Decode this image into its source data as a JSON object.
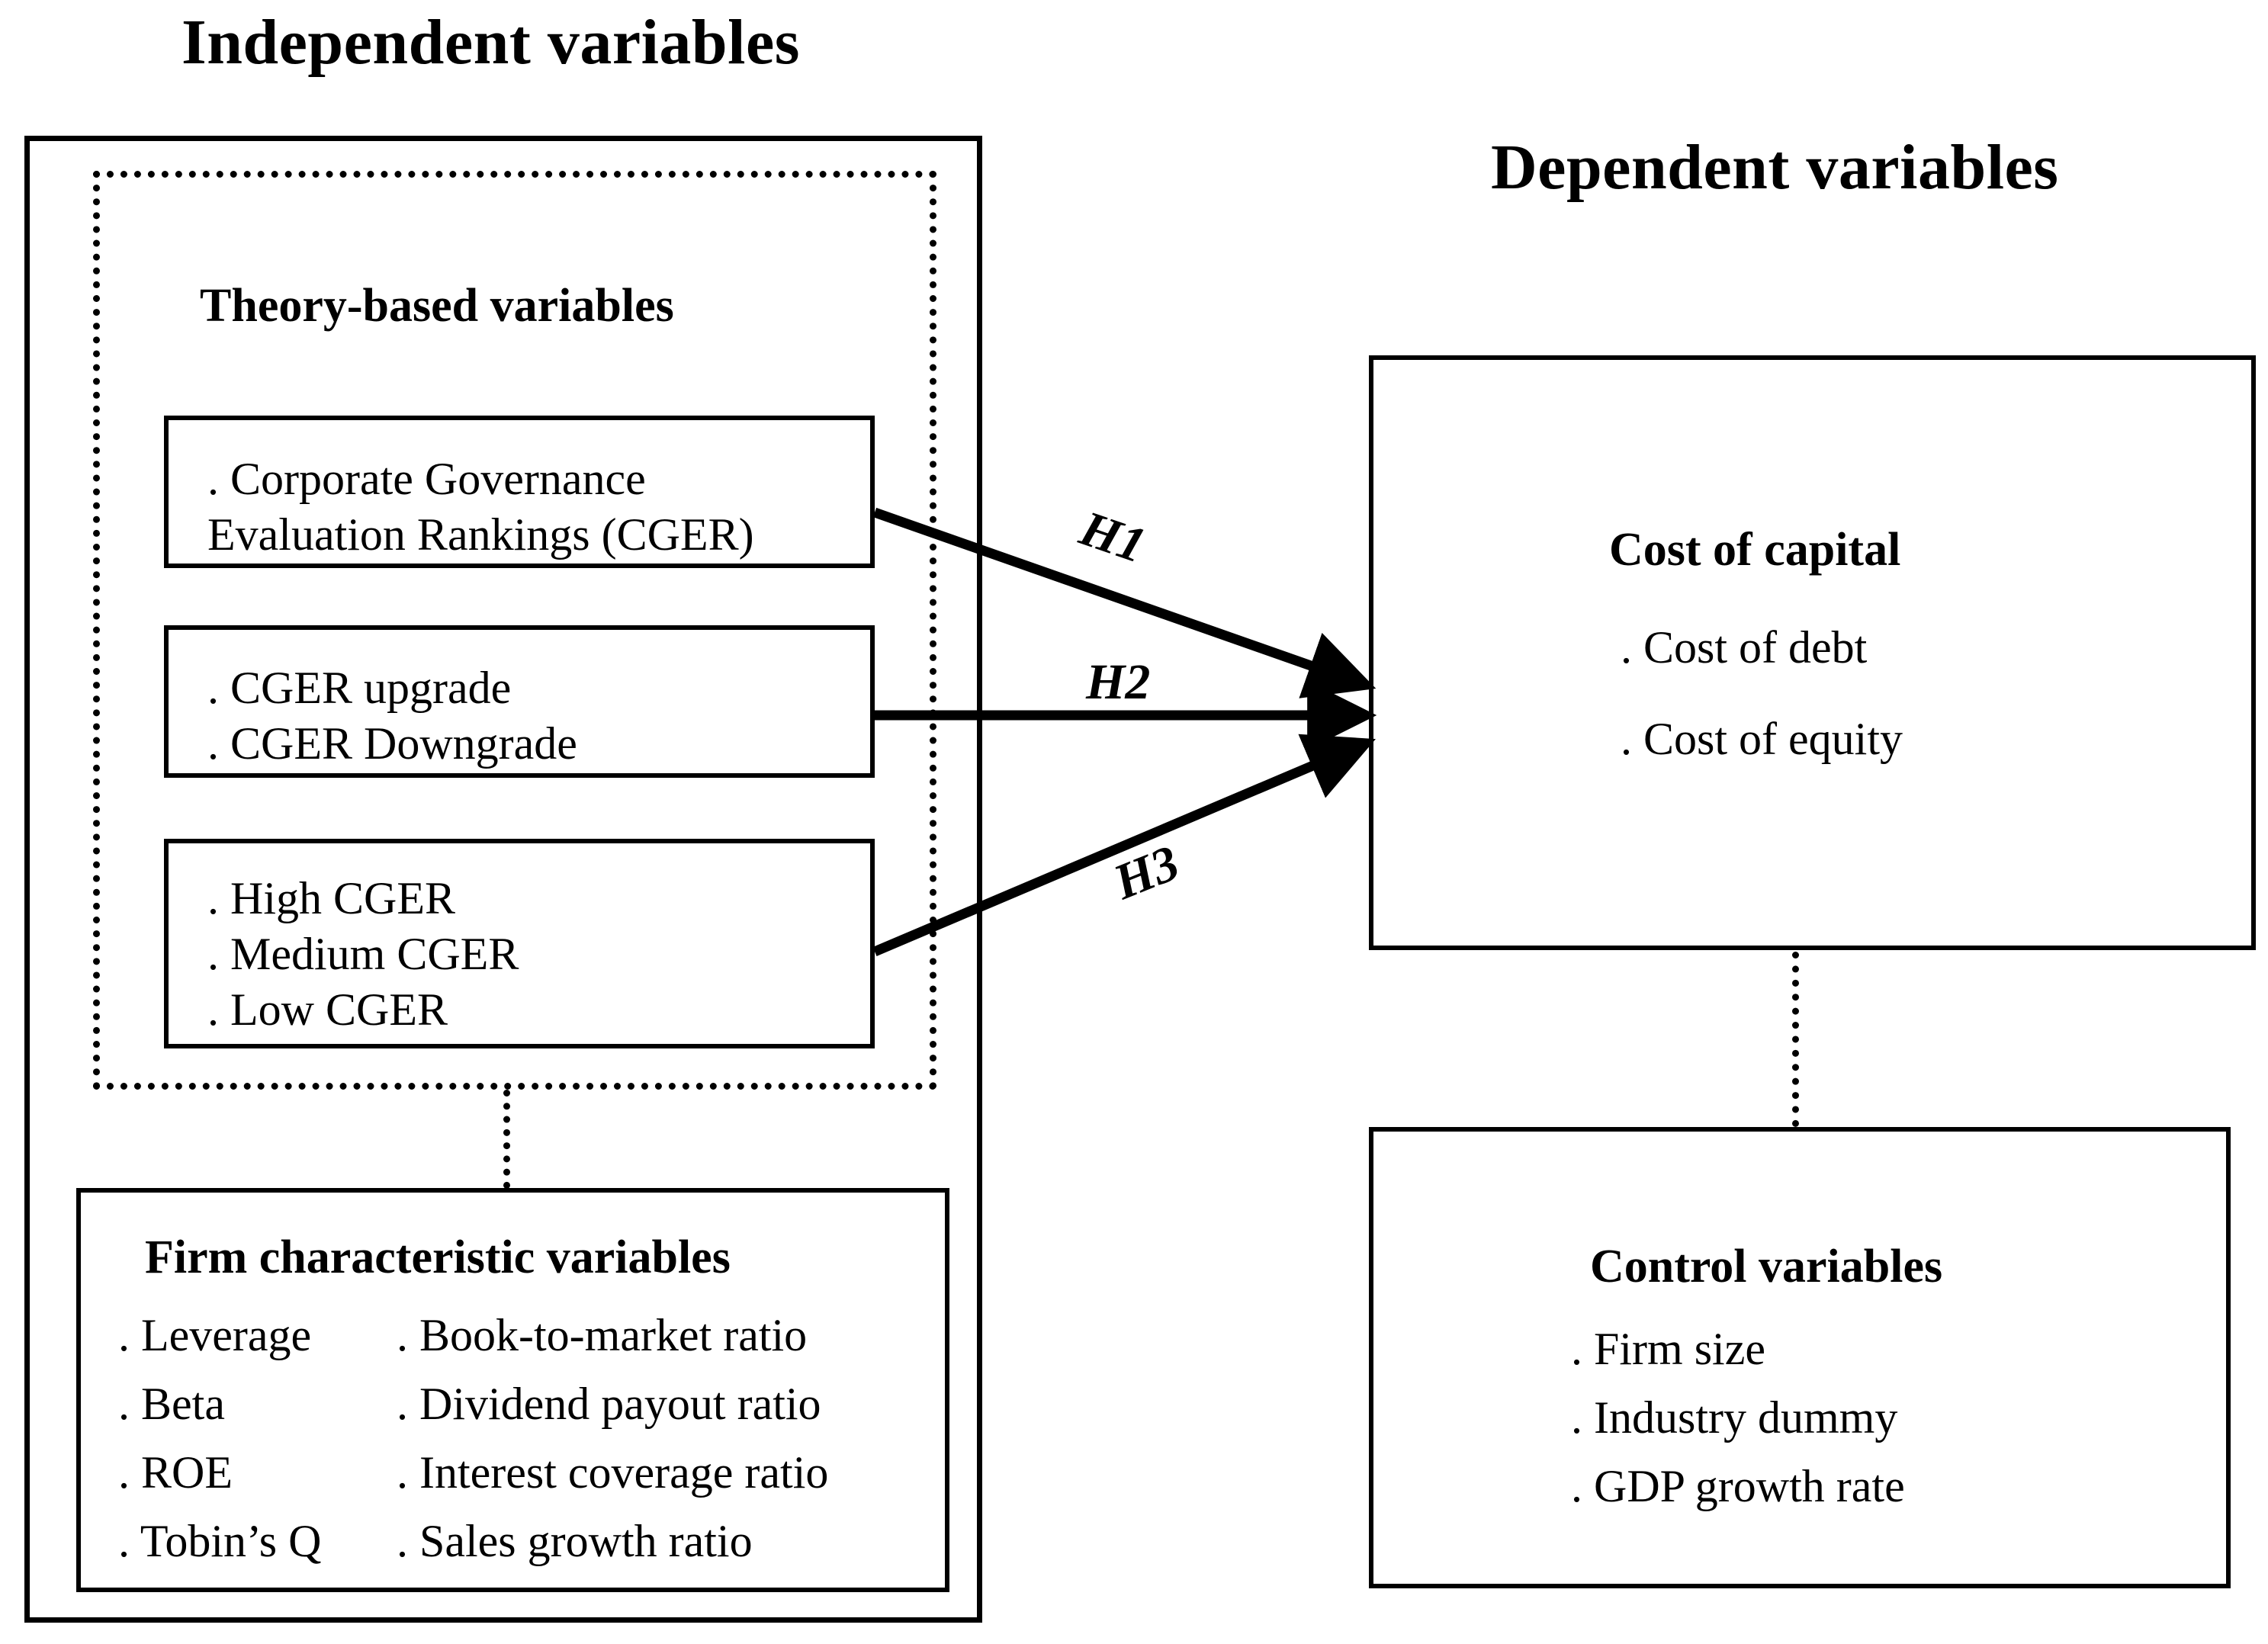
{
  "diagram": {
    "title_left": "Independent variables",
    "title_right": "Dependent variables"
  },
  "independent": {
    "theory_box": {
      "heading": "Theory-based variables",
      "items": [
        {
          "id": "cger",
          "text": ". Corporate Governance\nEvaluation Rankings (CGER)"
        },
        {
          "id": "cger-change",
          "text": ". CGER upgrade\n. CGER Downgrade"
        },
        {
          "id": "cger-level",
          "text": ". High CGER\n. Medium CGER\n. Low CGER"
        }
      ]
    },
    "firm_box": {
      "heading": "Firm characteristic variables",
      "column_left": [
        ". Leverage",
        ". Beta",
        ". ROE",
        ". Tobin’s Q"
      ],
      "column_right": [
        ". Book-to-market ratio",
        ". Dividend payout ratio",
        ". Interest coverage ratio",
        ". Sales growth ratio"
      ]
    }
  },
  "dependent": {
    "cost_box": {
      "heading": "Cost of capital",
      "items": [
        ". Cost of debt",
        ". Cost of equity"
      ]
    },
    "control_box": {
      "heading": "Control variables",
      "items": [
        ". Firm size",
        ". Industry dummy",
        ". GDP growth rate"
      ]
    }
  },
  "hypotheses": [
    {
      "id": "h1",
      "label": "H1"
    },
    {
      "id": "h2",
      "label": "H2"
    },
    {
      "id": "h3",
      "label": "H3"
    }
  ],
  "colors": {
    "stroke": "#000000",
    "background": "#ffffff"
  }
}
